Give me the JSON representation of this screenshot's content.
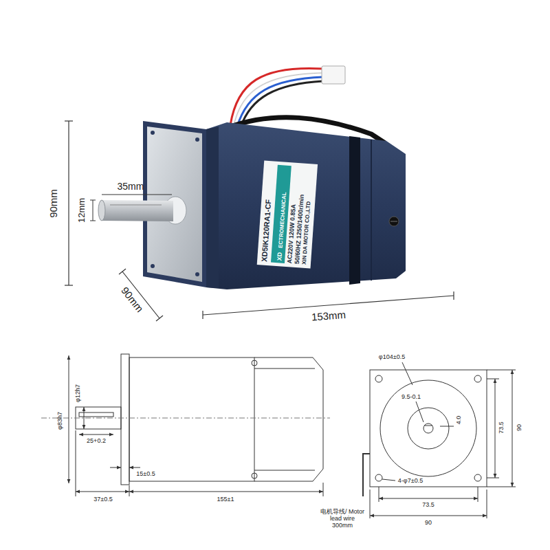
{
  "diagram": {
    "labels": [
      "90mm",
      "35mm",
      "12mm",
      "90mm",
      "153mm",
      "XD5IK120RA1-CF",
      "XD",
      "ECTROMECHANICAL",
      "AC220V 120W 0.85A",
      "50/60HZ 1250/1400r/min",
      "XIN DA MOTOR CO.,LTD",
      "φ83h7",
      "φ12h7",
      "25+0.2",
      "15±0.5",
      "37±0.5",
      "155±1",
      "φ104±0.5",
      "9.5-0.1",
      "4.0",
      "73.5",
      "90",
      "电机导线/ Motor lead wire 300mm",
      "4-φ7±0.5",
      "73.5",
      "90"
    ]
  }
}
